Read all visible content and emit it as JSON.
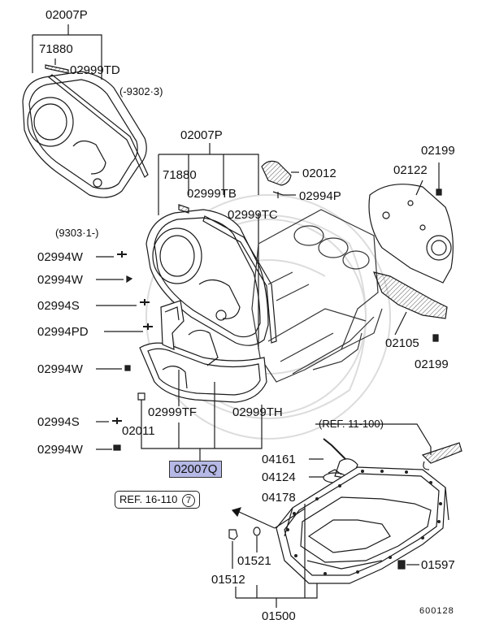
{
  "parts": {
    "p02007P_top": "02007P",
    "p71880_top": "71880",
    "p02999TD": "02999TD",
    "date_before": "(-9302·3)",
    "p02007P_mid": "02007P",
    "p02012": "02012",
    "p71880_mid": "71880",
    "p02999TB": "02999TB",
    "p02994P": "02994P",
    "p02999TC": "02999TC",
    "date_after": "(9303·1-)",
    "p02994W_1": "02994W",
    "p02994W_2": "02994W",
    "p02994S_1": "02994S",
    "p02994PD": "02994PD",
    "p02994W_3": "02994W",
    "p02994S_2": "02994S",
    "p02011": "02011",
    "p02999TF": "02999TF",
    "p02999TH": "02999TH",
    "p02994W_4": "02994W",
    "p02007Q": "02007Q",
    "p02199_top": "02199",
    "p02122": "02122",
    "p02105": "02105",
    "p02199_bot": "02199",
    "ref_11_100": "(REF. 11-100)",
    "p04161": "04161",
    "p04124": "04124",
    "p04178": "04178",
    "ref_16_110": "REF. 16-110",
    "ref_16_110_num": "7",
    "p01521": "01521",
    "p01512": "01512",
    "p01597": "01597",
    "p01500": "01500",
    "diagram_id": "600128"
  },
  "colors": {
    "line": "#1a1a1a",
    "highlight": "#b6b8e6"
  },
  "icons": [
    "arrow-icon",
    "bolt-icon",
    "nut-icon",
    "washer-icon"
  ]
}
